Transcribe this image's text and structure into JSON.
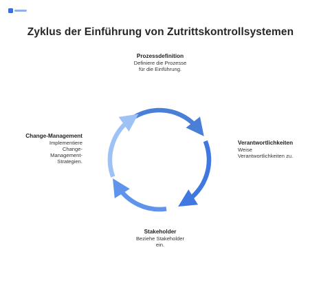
{
  "title": "Zyklus der Einführung von Zutrittskontrollsystemen",
  "logo": {
    "icon": "napkin-logo-icon",
    "color": "#3a6fd8"
  },
  "steps": [
    {
      "label": "Prozessdefinition",
      "description": "Definiere die Prozesse für die Einführung.",
      "color": "#4a7fd8"
    },
    {
      "label": "Verantwortlichkeiten",
      "description": "Weise Verantwortlichkeiten zu.",
      "color": "#3f78e0"
    },
    {
      "label": "Stakeholder",
      "description": "Beziehe Stakeholder ein.",
      "color": "#5f93ec"
    },
    {
      "label": "Change-Management",
      "description": "Implementiere Change-Management-Strategien.",
      "color": "#9ec2f6"
    }
  ]
}
